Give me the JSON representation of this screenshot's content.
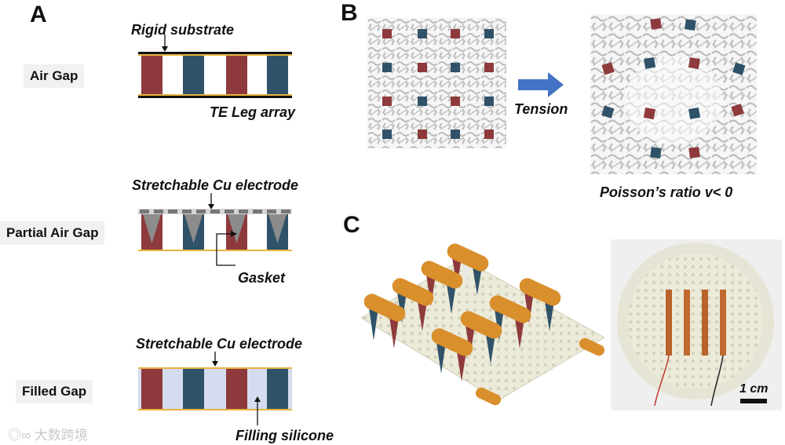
{
  "panels": {
    "a": "A",
    "b": "B",
    "c": "C"
  },
  "panel_a": {
    "rows": [
      {
        "label": "Air Gap"
      },
      {
        "label": "Partial Air Gap"
      },
      {
        "label": "Filled Gap"
      }
    ],
    "annotations": {
      "rigid_substrate": "Rigid substrate",
      "te_leg_array": "TE Leg array",
      "cu_electrode_1": "Stretchable Cu electrode",
      "gasket": "Gasket",
      "cu_electrode_2": "Stretchable Cu electrode",
      "filling_silicone": "Filling silicone"
    }
  },
  "panel_b": {
    "arrow_label": "Tension",
    "caption": "Poisson’s ratio v< 0"
  },
  "panel_c": {
    "scale_bar": "1 cm"
  },
  "watermark": "大数跨境",
  "colors": {
    "p_leg": "#8e3a3c",
    "n_leg": "#2f5269",
    "copper": "#d98f2c",
    "gap_fill": "#d5dcef",
    "gasket": "#7a7a7a",
    "arrow": "#4472c4",
    "substrate": "#e3e1cf"
  }
}
